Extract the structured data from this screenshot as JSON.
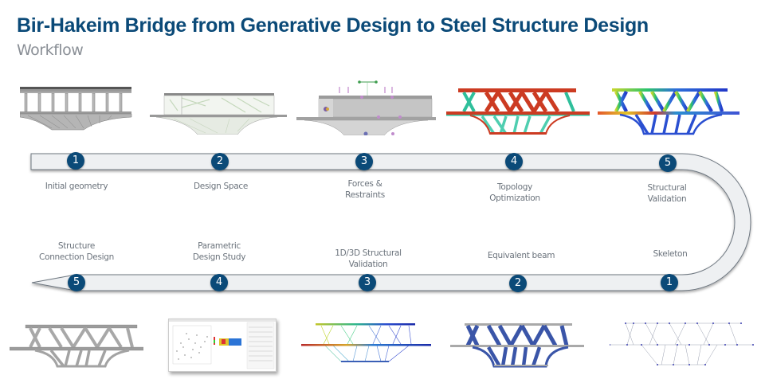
{
  "header": {
    "title": "Bir-Hakeim Bridge from Generative Design to Steel Structure Design",
    "subtitle": "Workflow"
  },
  "colors": {
    "title": "#0b4a78",
    "subtitle": "#8a8f96",
    "step_circle": "#0b4a78",
    "track_fill": "#eef0f2",
    "track_stroke": "#6e7780",
    "label": "#6b737c"
  },
  "top_row": {
    "steps": [
      {
        "number": "1",
        "label_line1": "Initial geometry",
        "label_line2": "",
        "image": "bridge-initial-geometry"
      },
      {
        "number": "2",
        "label_line1": "Design Space",
        "label_line2": "",
        "image": "bridge-design-space"
      },
      {
        "number": "3",
        "label_line1": "Forces &",
        "label_line2": "Restraints",
        "image": "bridge-forces-restraints"
      },
      {
        "number": "4",
        "label_line1": "Topology",
        "label_line2": "Optimization",
        "image": "bridge-topology-optimization"
      },
      {
        "number": "5",
        "label_line1": "Structural",
        "label_line2": "Validation",
        "image": "bridge-structural-validation"
      }
    ]
  },
  "bottom_row": {
    "steps": [
      {
        "number": "5",
        "label_line1": "Structure",
        "label_line2": "Connection Design",
        "image": "bridge-steel-structure"
      },
      {
        "number": "4",
        "label_line1": "Parametric",
        "label_line2": "Design Study",
        "image": "parametric-study-screenshot"
      },
      {
        "number": "3",
        "label_line1": "1D/3D Structural",
        "label_line2": "Validation",
        "image": "bridge-1d-3d-validation"
      },
      {
        "number": "2",
        "label_line1": "Equivalent beam",
        "label_line2": "",
        "image": "bridge-equivalent-beam"
      },
      {
        "number": "1",
        "label_line1": "Skeleton",
        "label_line2": "",
        "image": "bridge-skeleton"
      }
    ]
  }
}
